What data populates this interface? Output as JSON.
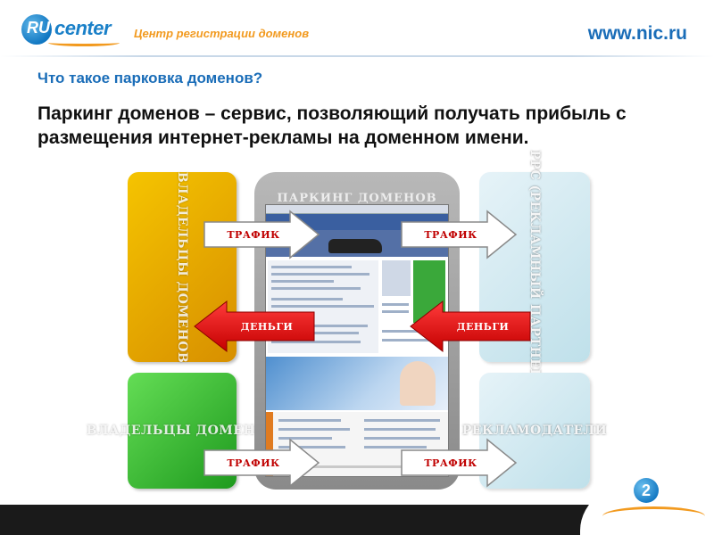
{
  "header": {
    "logo_ru": "RU",
    "logo_center": "center",
    "tagline": "Центр регистрации доменов",
    "url": "www.nic.ru"
  },
  "slide": {
    "title": "Что такое парковка доменов?",
    "main_text": "Паркинг доменов – сервис, позволяющий получать прибыль с размещения интернет-рекламы на доменном имени.",
    "page_number": "2"
  },
  "diagram": {
    "box_owners_top": "ВЛАДЕЛЬЦЫ ДОМЕНОВ",
    "box_owners_bottom": "ВЛАДЕЛЬЦЫ ДОМЕНОВ",
    "box_parking": "ПАРКИНГ ДОМЕНОВ",
    "box_ppc": "PPC (РЕКЛАМНЫЙ ПАРТНЕР)",
    "box_advertisers": "РЕКЛАМОДАТЕЛИ",
    "arrows": {
      "traffic": "ТРАФИК",
      "money": "ДЕНЬГИ"
    }
  }
}
